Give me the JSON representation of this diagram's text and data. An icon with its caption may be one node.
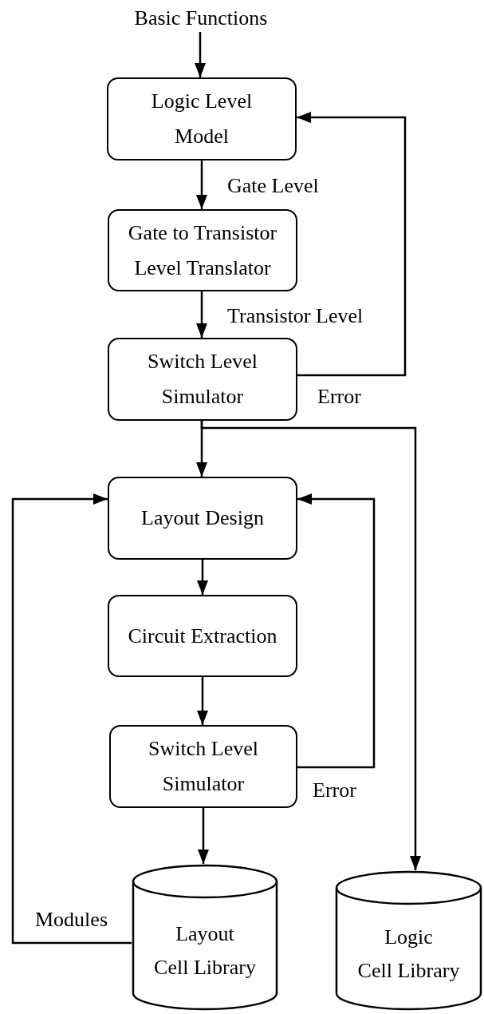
{
  "diagram": {
    "nodes": [
      {
        "text": [
          "Basic Functions"
        ]
      },
      {
        "text": [
          "Logic Level Model"
        ]
      },
      {
        "text": [
          "Gate to Transistor Level Translator"
        ]
      },
      {
        "text": [
          "Switch Level Simulator"
        ]
      },
      {
        "text": [
          "Layout Design"
        ]
      },
      {
        "text": [
          "Circuit Extraction"
        ]
      },
      {
        "text": [
          "Switch Level Simulator"
        ]
      },
      {
        "text": [
          "Layout Cell Library"
        ]
      },
      {
        "text": [
          "Logic Cell Library"
        ]
      }
    ],
    "edges": [
      {
        "from": 0,
        "to": 1,
        "arrow": "to"
      },
      {
        "from": 1,
        "to": 2,
        "arrow": "to",
        "label": "Gate Level"
      },
      {
        "from": 2,
        "to": 3,
        "arrow": "to",
        "label": "Transistor Level"
      },
      {
        "from": 3,
        "to": 1,
        "arrow": "to",
        "label": "Error"
      },
      {
        "from": 3,
        "to": 4,
        "arrow": "to"
      },
      {
        "from": 3,
        "to": 8,
        "arrow": "to"
      },
      {
        "from": 4,
        "to": 5,
        "arrow": "to"
      },
      {
        "from": 5,
        "to": 6,
        "arrow": "to"
      },
      {
        "from": 6,
        "to": 7,
        "arrow": "to"
      },
      {
        "from": 6,
        "to": 4,
        "arrow": "to",
        "label": "Error"
      },
      {
        "from": 7,
        "to": 4,
        "arrow": "to",
        "label": "Modules"
      }
    ]
  }
}
